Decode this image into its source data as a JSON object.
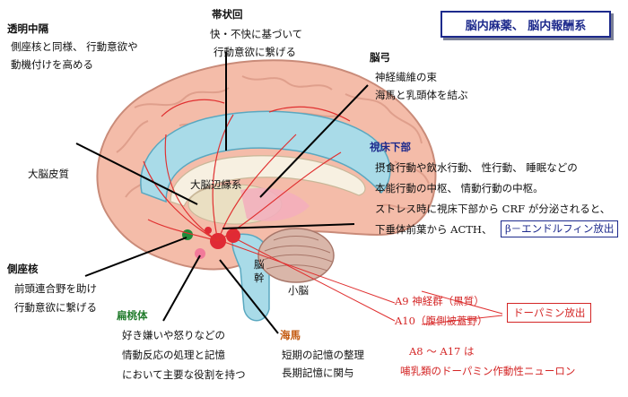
{
  "title": "脳内麻薬、 脳内報酬系",
  "labels": {
    "septum_title": "透明中隔",
    "septum_l1": "側座核と同様、 行動意欲や",
    "septum_l2": "動機付けを高める",
    "cingulate_title": "帯状回",
    "cingulate_l1": "快・不快に基づいて",
    "cingulate_l2": "行動意欲に繋げる",
    "fornix_title": "脳弓",
    "fornix_l1": "神経繊維の束",
    "fornix_l2": "海馬と乳頭体を結ぶ",
    "cortex": "大脳皮質",
    "limbic": "大脳辺縁系",
    "hypothalamus_title": "視床下部",
    "hypothalamus_l1": "摂食行動や飲水行動、 性行動、 睡眠などの",
    "hypothalamus_l2": "本能行動の中枢、 情動行動の中枢。",
    "hypothalamus_l3": "ストレス時に視床下部から CRF が分泌されると、",
    "hypothalamus_l4": "下垂体前葉から ACTH、",
    "endorphin": "β－エンドルフィン放出",
    "nucleus_title": "側座核",
    "nucleus_l1": "前頭連合野を助け",
    "nucleus_l2": "行動意欲に繋げる",
    "amygdala_title": "扁桃体",
    "amygdala_l1": "好き嫌いや怒りなどの",
    "amygdala_l2": "情動反応の処理と記憶",
    "amygdala_l3": "において主要な役割を持つ",
    "hippocampus_title": "海馬",
    "hippocampus_l1": "短期の記憶の整理",
    "hippocampus_l2": "長期記憶に関与",
    "brainstem": "脳\n幹",
    "cerebellum": "小脳",
    "a9": "A9 神経群（黒質）",
    "a10": "A10（腹側被蓋野）",
    "dopamine_release": "ドーパミン放出",
    "a8_l1": "A8 ～ A17 は",
    "a8_l2": "哺乳類のドーパミン作動性ニューロン"
  },
  "colors": {
    "navy": "#1d2a8c",
    "red": "#d42626",
    "green": "#1f7a2a",
    "orange": "#c45a10",
    "brain_pink": "#f2b7a6",
    "limbic_blue": "#a9dbe8"
  }
}
